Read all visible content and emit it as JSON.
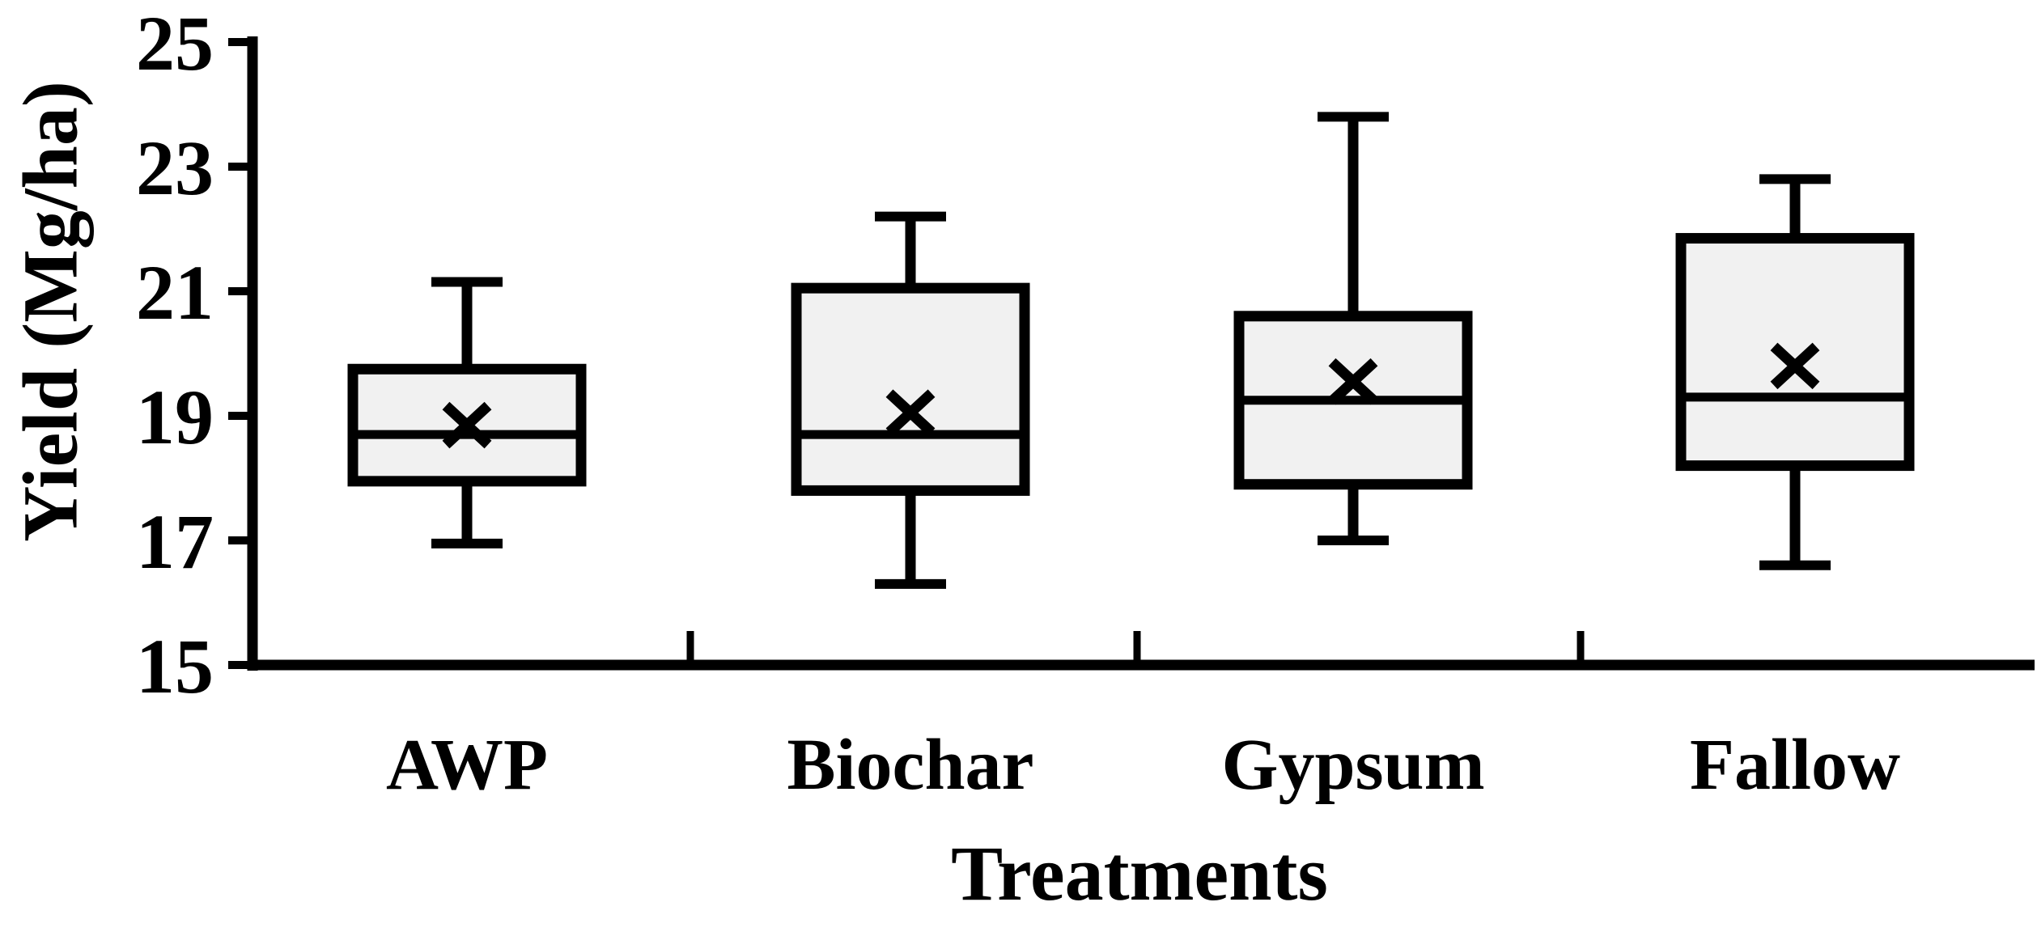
{
  "figure": {
    "background_color": "#ffffff",
    "foreground_color": "#000000"
  },
  "chart_data": {
    "type": "boxplot",
    "title": "",
    "xlabel": "Treatments",
    "ylabel": "Yield (Mg/ha)",
    "categories": [
      "AWP",
      "Biochar",
      "Gypsum",
      "Fallow"
    ],
    "ylim": [
      15,
      25
    ],
    "yticks": [
      25,
      23,
      21,
      19,
      17,
      15
    ],
    "grid": false,
    "legend": "none",
    "mean_marker": "x",
    "colors": {
      "line": "#000000",
      "box_fill": "#f1f1f1",
      "text": "#000000",
      "background": "#ffffff"
    },
    "series": [
      {
        "category": "AWP",
        "whisker_low": 16.95,
        "q1": 17.95,
        "median": 18.7,
        "mean": 18.85,
        "q3": 19.75,
        "whisker_high": 21.15
      },
      {
        "category": "Biochar",
        "whisker_low": 16.3,
        "q1": 17.8,
        "median": 18.7,
        "mean": 19.05,
        "q3": 21.05,
        "whisker_high": 22.2
      },
      {
        "category": "Gypsum",
        "whisker_low": 17.0,
        "q1": 17.9,
        "median": 19.25,
        "mean": 19.55,
        "q3": 20.6,
        "whisker_high": 23.8
      },
      {
        "category": "Fallow",
        "whisker_low": 16.6,
        "q1": 18.2,
        "median": 19.3,
        "mean": 19.8,
        "q3": 21.85,
        "whisker_high": 22.8
      }
    ]
  }
}
